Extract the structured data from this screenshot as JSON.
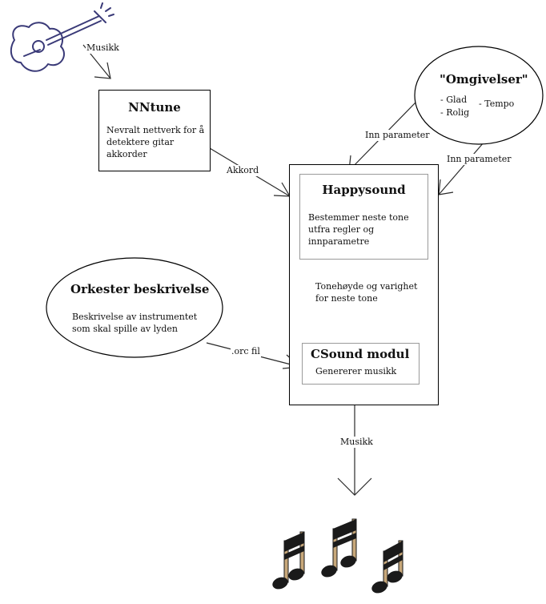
{
  "colors": {
    "line": "#2a2a2a",
    "box_border": "#000000",
    "inner_box_border": "#9a9a9a",
    "guitar": "#3a3a78",
    "note_fill": "#1a1a1a",
    "note_stem": "#c8a87a"
  },
  "icons": {
    "guitar": "guitar-icon",
    "notes": "music-notes-icon"
  },
  "nntune": {
    "title": "NNtune",
    "body": "Nevralt nettverk for å detektere gitar akkorder"
  },
  "omgivelser": {
    "title": "\"Omgivelser\"",
    "item_glad": "- Glad",
    "item_rolig": "- Rolig",
    "item_tempo": "- Tempo"
  },
  "happysound": {
    "title": "Happysound",
    "body": "Bestemmer neste tone utfra regler og innparametre"
  },
  "tonehoyde": "Tonehøyde og varighet for neste tone",
  "csound": {
    "title": "CSound modul",
    "body": "Genererer musikk"
  },
  "orkester": {
    "title": "Orkester beskrivelse",
    "body": "Beskrivelse av instrumentet som skal spille av lyden"
  },
  "edges": {
    "guitar_to_nntune": "Musikk",
    "nntune_to_happysound": "Akkord",
    "omgivelser_left": "Inn parameter",
    "omgivelser_right": "Inn parameter",
    "orkester_to_csound": ".orc fil",
    "system_to_output": "Musikk"
  }
}
